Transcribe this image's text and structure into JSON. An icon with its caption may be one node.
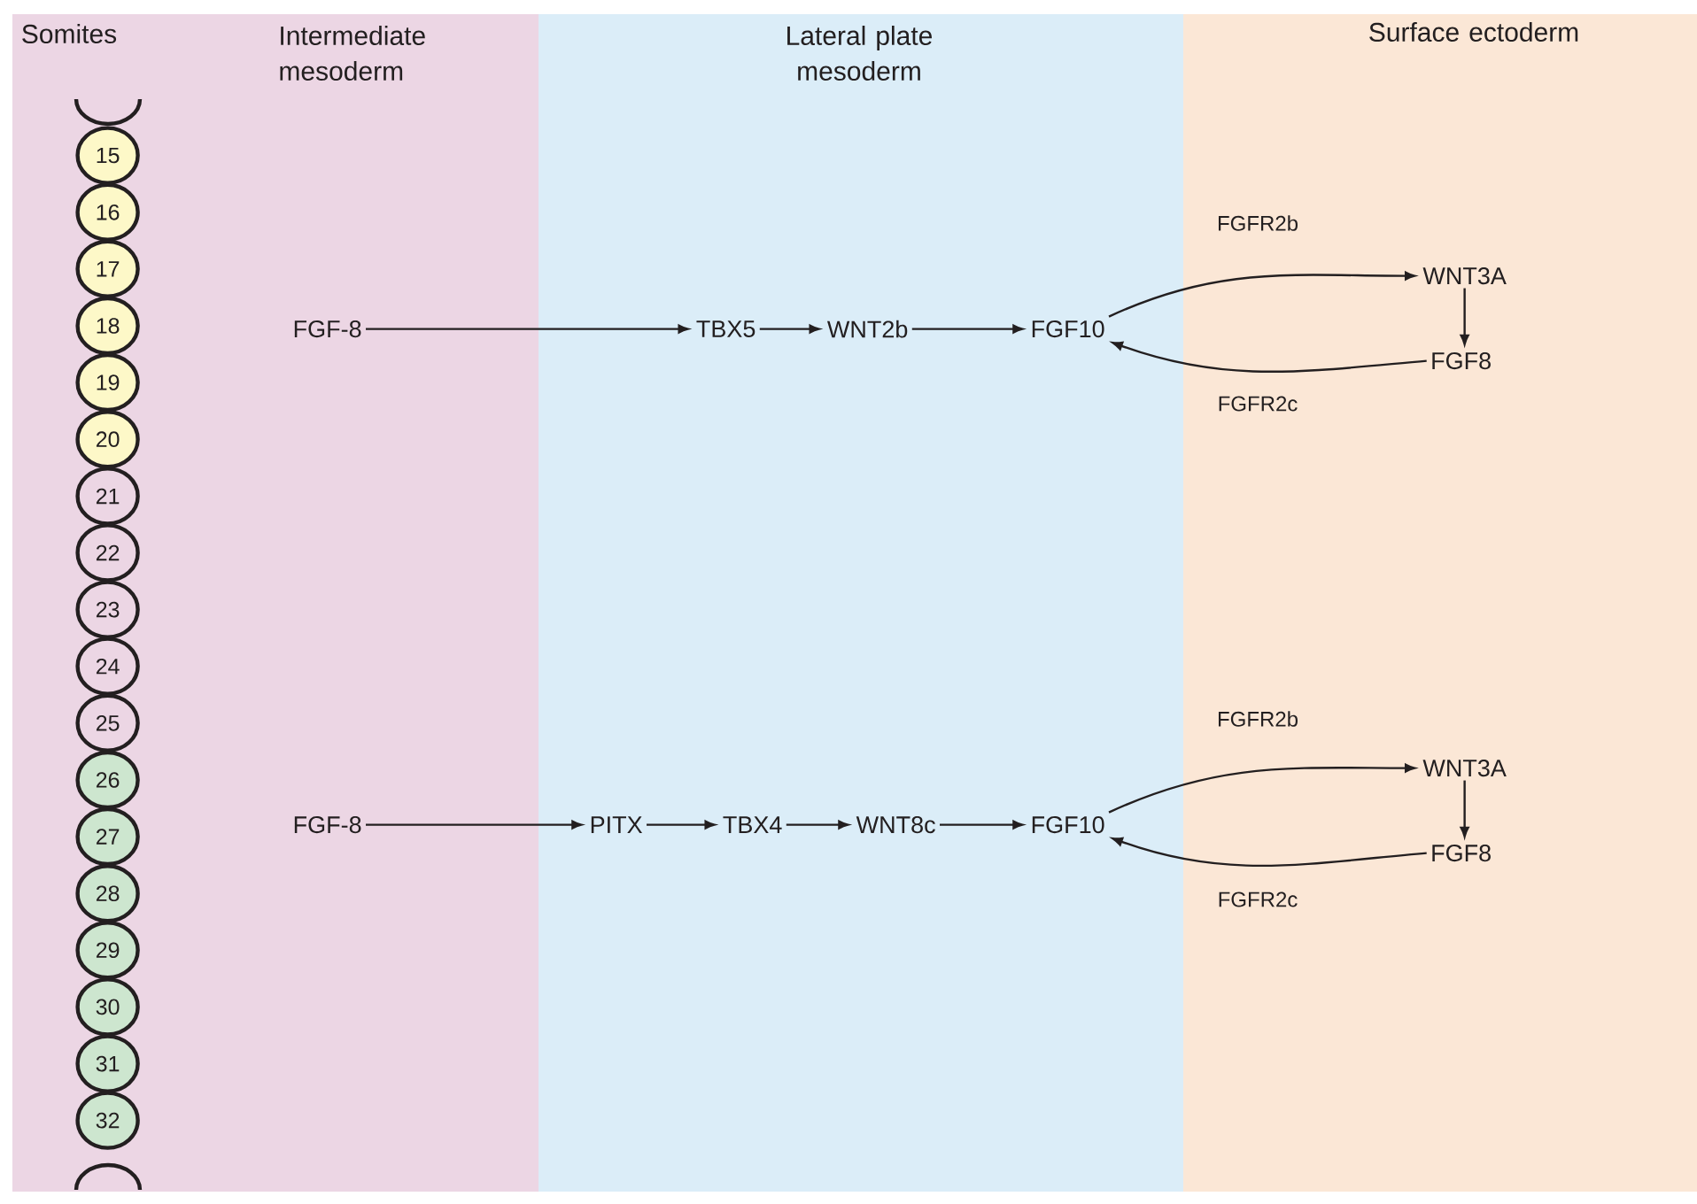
{
  "diagram": {
    "nodes": [
      {
        "text": [
          "Somites",
          "Intermediate mesoderm"
        ]
      },
      {
        "text": [
          "Lateral plate mesoderm"
        ]
      },
      {
        "text": [
          "Surface ectoderm"
        ]
      },
      {
        "text": [
          "15"
        ],
        "in": 0
      },
      {
        "text": [
          "16"
        ],
        "in": 0
      },
      {
        "text": [
          "17"
        ],
        "in": 0
      },
      {
        "text": [
          "18"
        ],
        "in": 0
      },
      {
        "text": [
          "19"
        ],
        "in": 0
      },
      {
        "text": [
          "20"
        ],
        "in": 0
      },
      {
        "text": [
          "21"
        ],
        "in": 0
      },
      {
        "text": [
          "22"
        ],
        "in": 0
      },
      {
        "text": [
          "23"
        ],
        "in": 0
      },
      {
        "text": [
          "24"
        ],
        "in": 0
      },
      {
        "text": [
          "25"
        ],
        "in": 0
      },
      {
        "text": [
          "26"
        ],
        "in": 0
      },
      {
        "text": [
          "27"
        ],
        "in": 0
      },
      {
        "text": [
          "28"
        ],
        "in": 0
      },
      {
        "text": [
          "29"
        ],
        "in": 0
      },
      {
        "text": [
          "30"
        ],
        "in": 0
      },
      {
        "text": [
          "31"
        ],
        "in": 0
      },
      {
        "text": [
          "32"
        ],
        "in": 0
      },
      {
        "text": [
          "FGF-8"
        ],
        "in": 0
      },
      {
        "text": [
          "TBX5"
        ],
        "in": 1
      },
      {
        "text": [
          "WNT2b"
        ],
        "in": 1
      },
      {
        "text": [
          "FGF10"
        ],
        "in": 1
      },
      {
        "text": [
          "WNT3A"
        ],
        "in": 2
      },
      {
        "text": [
          "FGF8"
        ],
        "in": 2
      },
      {
        "text": [
          "FGF-8"
        ],
        "in": 0
      },
      {
        "text": [
          "PITX"
        ],
        "in": 1
      },
      {
        "text": [
          "TBX4"
        ],
        "in": 1
      },
      {
        "text": [
          "WNT8c"
        ],
        "in": 1
      },
      {
        "text": [
          "FGF10"
        ],
        "in": 1
      },
      {
        "text": [
          "WNT3A"
        ],
        "in": 2
      },
      {
        "text": [
          "FGF8"
        ],
        "in": 2
      }
    ],
    "edges": [
      {
        "from": 21,
        "to": 22,
        "arrow": "to"
      },
      {
        "from": 22,
        "to": 23,
        "arrow": "to"
      },
      {
        "from": 23,
        "to": 24,
        "arrow": "to"
      },
      {
        "from": 24,
        "to": 25,
        "arrow": "to",
        "label": "FGFR2b"
      },
      {
        "from": 25,
        "to": 26,
        "arrow": "to"
      },
      {
        "from": 26,
        "to": 24,
        "arrow": "to",
        "label": "FGFR2c"
      },
      {
        "from": 27,
        "to": 28,
        "arrow": "to"
      },
      {
        "from": 28,
        "to": 29,
        "arrow": "to"
      },
      {
        "from": 29,
        "to": 30,
        "arrow": "to"
      },
      {
        "from": 30,
        "to": 31,
        "arrow": "to"
      },
      {
        "from": 31,
        "to": 32,
        "arrow": "to",
        "label": "FGFR2b"
      },
      {
        "from": 32,
        "to": 33,
        "arrow": "to"
      },
      {
        "from": 33,
        "to": 31,
        "arrow": "to",
        "label": "FGFR2c"
      }
    ]
  }
}
